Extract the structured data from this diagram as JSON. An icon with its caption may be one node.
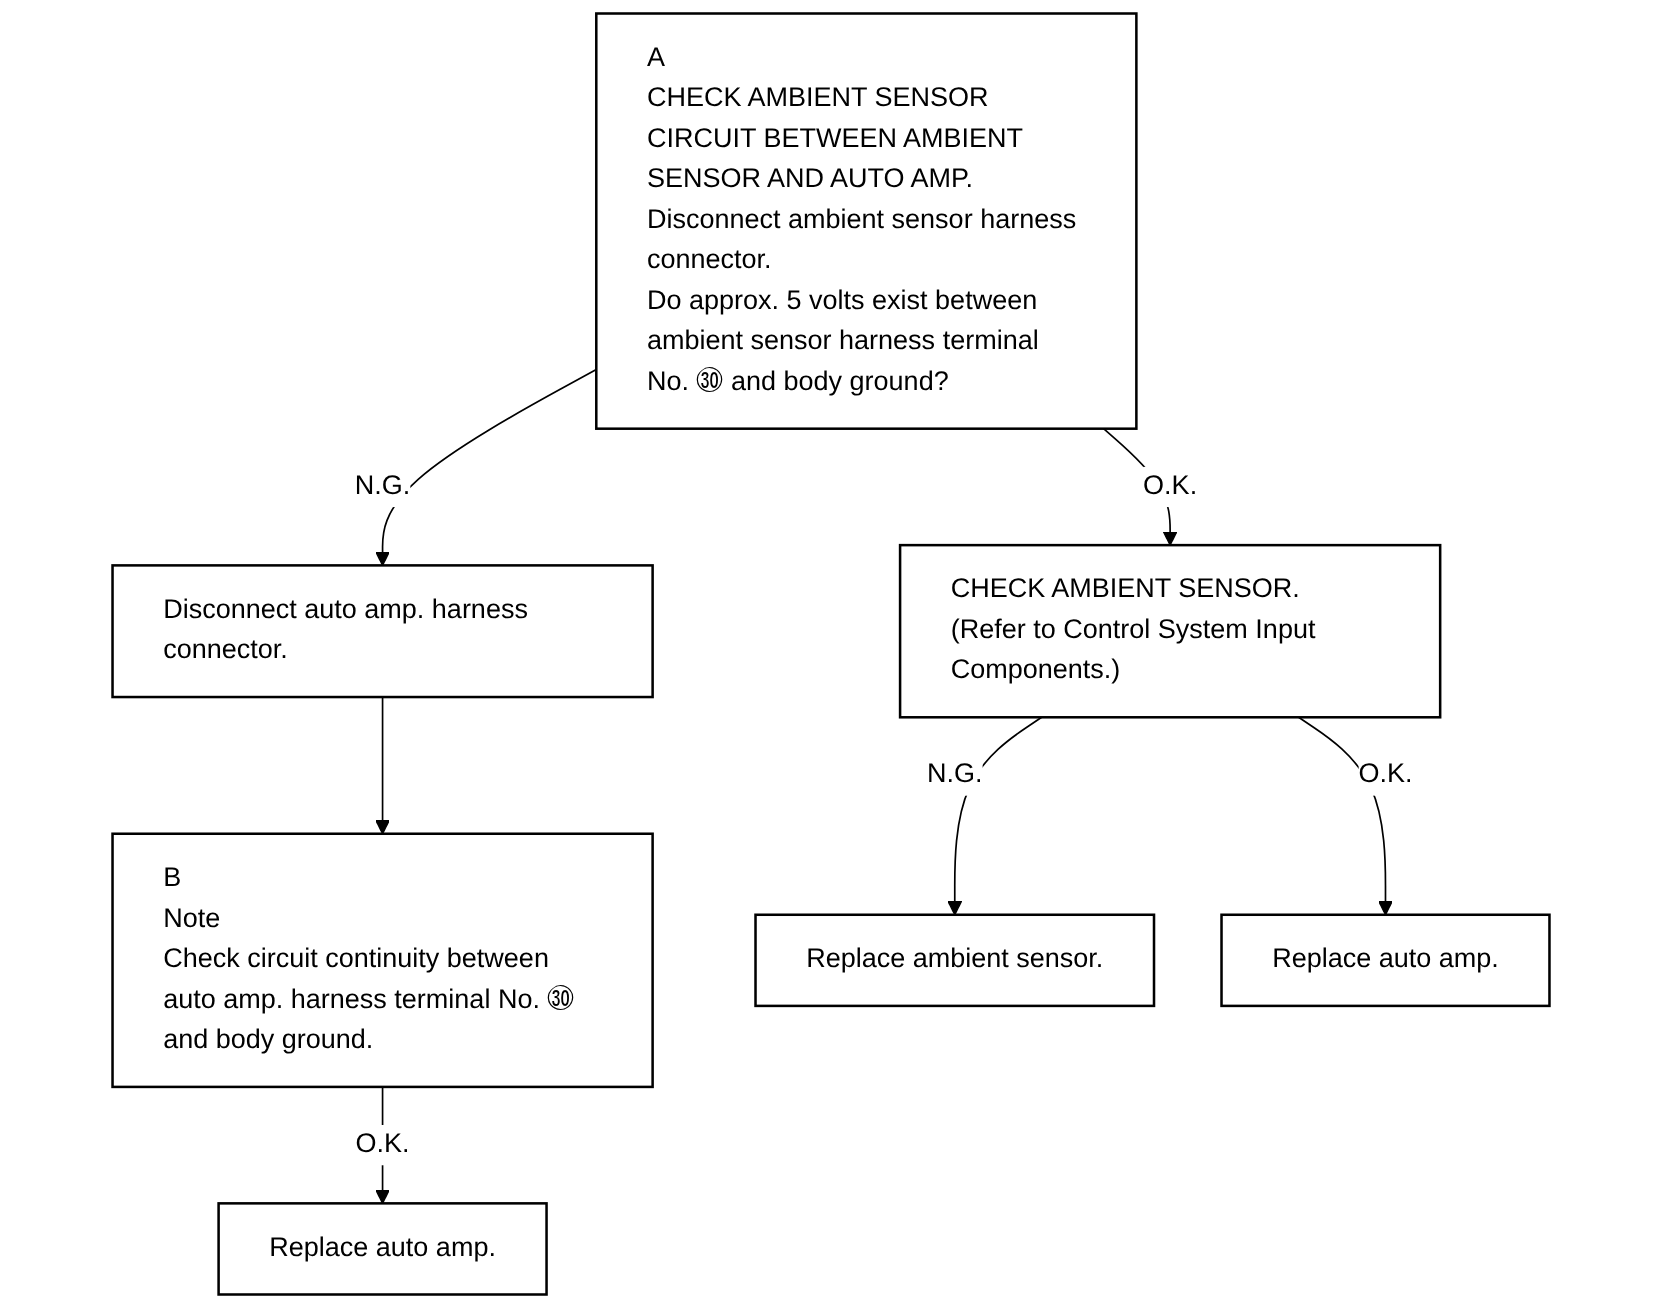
{
  "diagram": {
    "nodes": [
      {
        "text": [
          "A",
          "CHECK AMBIENT SENSOR CIRCUIT BETWEEN AMBIENT SENSOR AND AUTO AMP.",
          "Disconnect ambient sensor harness connector.",
          "Do approx. 5 volts exist between ambient sensor harness terminal No. ㉚ and body ground?"
        ]
      },
      {
        "text": [
          "Disconnect auto amp. harness connector."
        ]
      },
      {
        "text": [
          "B",
          "Note",
          "Check circuit continuity between auto amp. harness terminal No. ㉚ and body ground."
        ]
      },
      {
        "text": [
          "Replace auto amp."
        ]
      },
      {
        "text": [
          "CHECK AMBIENT SENSOR.",
          "(Refer to Control System Input Components.)"
        ]
      },
      {
        "text": [
          "Replace ambient sensor."
        ]
      },
      {
        "text": [
          "Replace auto amp."
        ]
      }
    ],
    "edges": [
      {
        "from": 0,
        "to": 1,
        "arrow": "to",
        "label": "N.G."
      },
      {
        "from": 1,
        "to": 2,
        "arrow": "to"
      },
      {
        "from": 2,
        "to": 3,
        "arrow": "to",
        "label": "O.K."
      },
      {
        "from": 0,
        "to": 4,
        "arrow": "to",
        "label": "O.K."
      },
      {
        "from": 4,
        "to": 5,
        "arrow": "to",
        "label": "N.G."
      },
      {
        "from": 4,
        "to": 6,
        "arrow": "to",
        "label": "O.K."
      }
    ]
  }
}
